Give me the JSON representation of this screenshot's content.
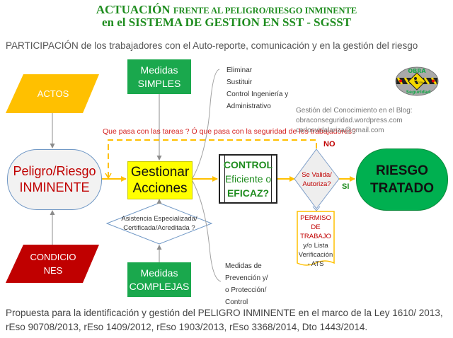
{
  "header": {
    "title_line1_big": "ACTUACIÓN",
    "title_line1_small": "FRENTE AL PELIGRO/RIESGO INMINENTE",
    "title_line2": "en el SISTEMA DE GESTION EN SST - SGSST",
    "subtitle": "PARTICIPACIÓN de los trabajadores con el Auto-reporte, comunicación y en la gestión del riesgo"
  },
  "nodes": {
    "actos": "ACTOS",
    "condiciones_line1": "CONDICIO",
    "condiciones_line2": "NES",
    "peligro_line1": "Peligro/Riesgo",
    "peligro_line2": "INMINENTE",
    "medidas_simples_line1": "Medidas",
    "medidas_simples_line2": "SIMPLES",
    "medidas_complejas_line1": "Medidas",
    "medidas_complejas_line2": "COMPLEJAS",
    "gestionar_line1": "Gestionar",
    "gestionar_line2": "Acciones",
    "asistencia_line1": "Asistencia Especializada/",
    "asistencia_line2": "Certificada/Acreditada ?",
    "control_line1": "CONTROL",
    "control_line2": "Eficiente o",
    "control_line3": "EFICAZ?",
    "valida_line1": "Se Valida/",
    "valida_line2": "Autoriza?",
    "riesgo_line1": "RIESGO",
    "riesgo_line2": "TRATADO"
  },
  "labels": {
    "no": "NO",
    "si": "SI",
    "question": "Que pasa con las tareas ? Ó que pasa con la seguridad de los trabajadores?"
  },
  "notes": {
    "top": [
      "Eliminar",
      "Sustituir",
      "Control Ingeniería y",
      "Administrativo"
    ],
    "bottom": [
      "Medidas de",
      "Prevención y/",
      "o Protección/",
      "Control"
    ]
  },
  "permiso": {
    "red": [
      "PERMISO",
      "DE",
      "TRABAJO"
    ],
    "dark": [
      "y/o Lista",
      "Verificación",
      "- ATS"
    ]
  },
  "blog": {
    "line1": "Gestión del Conocimiento en el Blog:",
    "line2": "obraconseguridad.wordpress.com",
    "line3": "carlosvidalariza@gmail.com"
  },
  "logo": {
    "top_text": "OBRA",
    "mid_text": "CON",
    "bottom_text": "Seguridad"
  },
  "footer": {
    "text": "Propuesta para la identificación y gestión del PELIGRO INMINENTE en el marco de la Ley 1610/ 2013, rEso 90708/2013, rEso 1409/2012, rEso 1903/2013, rEso 3368/2014, Dto 1443/2014."
  },
  "colors": {
    "title_green": "#1e8c1e",
    "actos_yellow": "#ffc000",
    "condiciones_red": "#c00000",
    "medidas_green": "#1aa84d",
    "gestionar_yellow": "#ffff00",
    "riesgo_green": "#00b050",
    "arrow_orange": "#ffc000",
    "connector_gray": "#a0a0a0"
  }
}
